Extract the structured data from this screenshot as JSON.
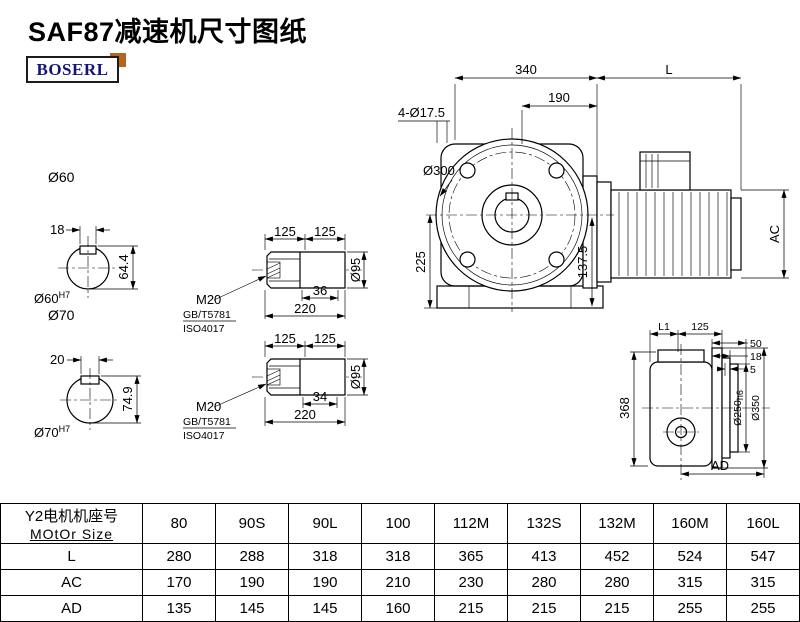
{
  "page": {
    "title": "SAF87减速机尺寸图纸",
    "logo": "BOSERL"
  },
  "shaft_sections": {
    "s60": {
      "dia": "Ø60",
      "key_w": "18",
      "height": "64.4",
      "fit": "Ø60",
      "fit_sup": "H7"
    },
    "s70": {
      "dia": "Ø70",
      "key_w": "20",
      "height": "74.9",
      "fit": "Ø70",
      "fit_sup": "H7"
    }
  },
  "shaft_ends": {
    "top": {
      "d1": "125",
      "d2": "125",
      "thread": "M20",
      "std1": "GB/T5781",
      "std2": "ISO4017",
      "key_len": "36",
      "total": "220",
      "dia": "Ø95"
    },
    "bottom": {
      "d1": "125",
      "d2": "125",
      "thread": "M20",
      "std1": "GB/T5781",
      "std2": "ISO4017",
      "key_len": "34",
      "total": "220",
      "dia": "Ø95"
    }
  },
  "front_view": {
    "w340": "340",
    "wL": "L",
    "w190": "190",
    "holes": "4-Ø17.5",
    "flange": "Ø300",
    "h225": "225",
    "h137": "137.5",
    "hAC": "AC"
  },
  "side_view": {
    "L1": "L1",
    "d125": "125",
    "d50": "50",
    "d18": "18",
    "d5": "5",
    "h368": "368",
    "spigot": "Ø250",
    "spigot_sup": "h6",
    "flange": "Ø350",
    "AD": "AD"
  },
  "table": {
    "header_line1": "Y2电机机座号",
    "header_line2": "MOtOr Size",
    "columns": [
      "80",
      "90S",
      "90L",
      "100",
      "112M",
      "132S",
      "132M",
      "160M",
      "160L"
    ],
    "rows": [
      {
        "label": "L",
        "values": [
          "280",
          "288",
          "318",
          "318",
          "365",
          "413",
          "452",
          "524",
          "547"
        ]
      },
      {
        "label": "AC",
        "values": [
          "170",
          "190",
          "190",
          "210",
          "230",
          "280",
          "280",
          "315",
          "315"
        ]
      },
      {
        "label": "AD",
        "values": [
          "135",
          "145",
          "145",
          "160",
          "215",
          "215",
          "215",
          "255",
          "255"
        ]
      }
    ]
  }
}
